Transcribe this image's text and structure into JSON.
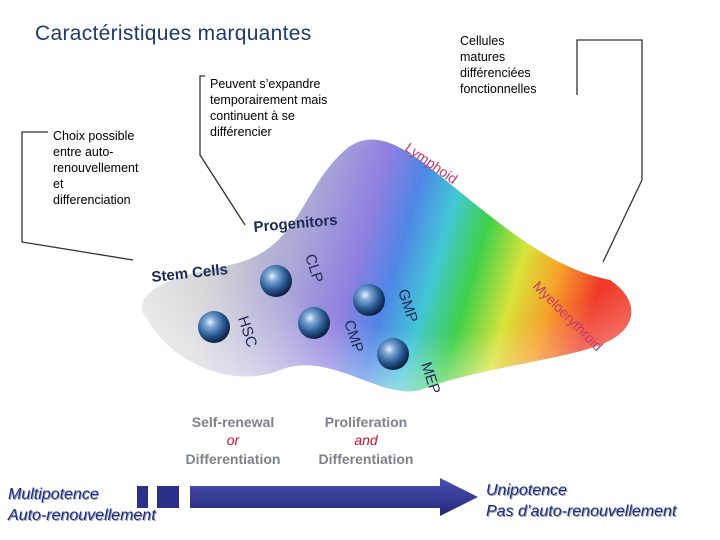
{
  "title": "Caractéristiques marquantes",
  "notes": {
    "left": [
      "Choix possible",
      "entre auto-",
      "renouvellement",
      "et",
      "differenciation"
    ],
    "middle": [
      "Peuvent s’expandre",
      "temporairement mais",
      "continuent à se",
      "différencier"
    ],
    "right": [
      "Cellules",
      "matures",
      "différenciées",
      "fonctionnelles"
    ]
  },
  "diagram": {
    "stem_cells": "Stem Cells",
    "progenitors": "Progenitors",
    "lymphoid": "Lymphoid",
    "myeloerythroid": "Myeloerythroid",
    "cells": {
      "hsc": "HSC",
      "clp": "CLP",
      "cmp": "CMP",
      "gmp": "GMP",
      "mep": "MEP"
    },
    "self_renewal": {
      "line1": "Self-renewal",
      "line2": "or",
      "line3": "Differentiation"
    },
    "proliferation": {
      "line1": "Proliferation",
      "line2": "and",
      "line3": "Differentiation"
    }
  },
  "bottom": {
    "left_line1": "Multipotence",
    "left_line2": "Auto-renouvellement",
    "right_line1": "Unipotence",
    "right_line2": "Pas d’auto-renouvellement"
  },
  "colors": {
    "title": "#1e3a6e",
    "arrow": "#2c2f8a",
    "label_red": "#c8102e",
    "label_gray": "#7c8190",
    "cell": "#2a5c95"
  }
}
